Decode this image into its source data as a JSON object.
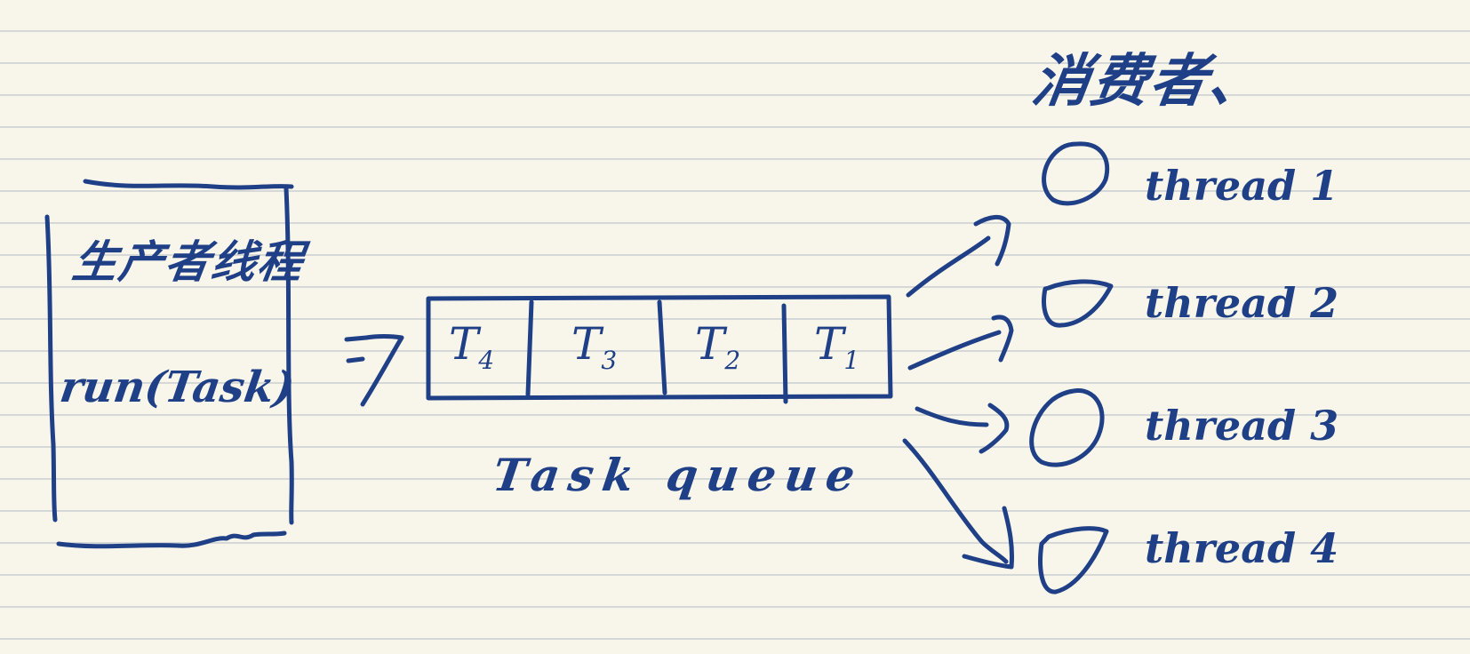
{
  "producer": {
    "title": "生产者线程",
    "call": "run(Task)"
  },
  "queue": {
    "label": "Task queue",
    "tasks": [
      {
        "name": "T",
        "index": "4"
      },
      {
        "name": "T",
        "index": "3"
      },
      {
        "name": "T",
        "index": "2"
      },
      {
        "name": "T",
        "index": "1"
      }
    ]
  },
  "consumers": {
    "title": "消费者、",
    "threads": [
      "thread 1",
      "thread 2",
      "thread 3",
      "thread 4"
    ]
  },
  "colors": {
    "ink": "#1f3f86",
    "paper": "#f8f6ea",
    "rule": "#d6d8d7"
  }
}
